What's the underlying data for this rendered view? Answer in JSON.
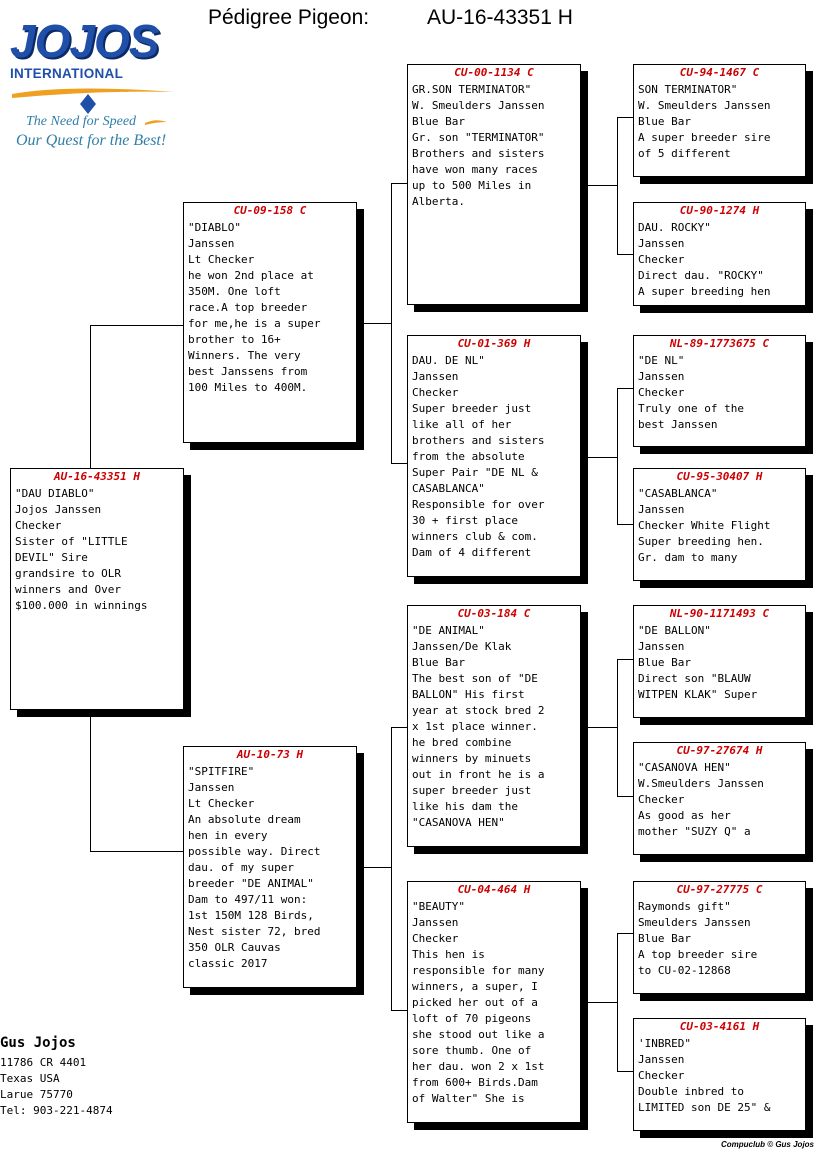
{
  "header": {
    "title_label": "Pédigree Pigeon:",
    "ring": "AU-16-43351 H"
  },
  "logo": {
    "name": "JOJOS",
    "sub": "INTERNATIONAL",
    "tag1": "The Need for Speed",
    "tag2": "Our Quest for the Best!"
  },
  "pigeons": {
    "subject": {
      "band": "AU-16-43351 H",
      "lines": [
        "\"DAU DIABLO\"",
        "Jojos Janssen",
        "Checker",
        "Sister of \"LITTLE",
        "DEVIL\" Sire",
        "grandsire to OLR",
        "winners and Over",
        "$100.000 in winnings"
      ]
    },
    "sire": {
      "band": "CU-09-158 C",
      "lines": [
        "\"DIABLO\"",
        "Janssen",
        "Lt Checker",
        "he won 2nd place at",
        "350M. One loft",
        "race.A top breeder",
        "for me,he is a super",
        "brother to 16+",
        "Winners. The very",
        "best Janssens from",
        "100 Miles to 400M."
      ]
    },
    "dam": {
      "band": "AU-10-73 H",
      "lines": [
        "\"SPITFIRE\"",
        "Janssen",
        "Lt Checker",
        "An absolute dream",
        "hen in every",
        "possible way. Direct",
        "dau. of my super",
        "breeder \"DE ANIMAL\"",
        "Dam to 497/11 won:",
        "1st 150M 128 Birds,",
        "Nest sister 72, bred",
        "350 OLR Cauvas",
        "classic 2017"
      ]
    },
    "ss": {
      "band": "CU-00-1134 C",
      "lines": [
        "GR.SON TERMINATOR\"",
        "W. Smeulders Janssen",
        "Blue Bar",
        "Gr. son \"TERMINATOR\"",
        "Brothers and sisters",
        "have won many races",
        "up to 500 Miles in",
        "Alberta."
      ]
    },
    "sd": {
      "band": "CU-01-369 H",
      "lines": [
        "DAU. DE NL\"",
        "Janssen",
        "Checker",
        "Super breeder just",
        "like all of her",
        "brothers and sisters",
        "from the absolute",
        "Super Pair \"DE NL &",
        "CASABLANCA\"",
        "Responsible for over",
        "30 + first place",
        "winners club & com.",
        "Dam of 4 different"
      ]
    },
    "ds": {
      "band": "CU-03-184 C",
      "lines": [
        "\"DE ANIMAL\"",
        "Janssen/De Klak",
        "Blue Bar",
        "The best son of \"DE",
        "BALLON\" His first",
        "year at stock bred 2",
        "x 1st place winner.",
        "he bred combine",
        "winners by minuets",
        "out in front he is a",
        "super breeder just",
        "like his dam the",
        "\"CASANOVA HEN\""
      ]
    },
    "dd": {
      "band": "CU-04-464 H",
      "lines": [
        "\"BEAUTY\"",
        "Janssen",
        "Checker",
        "This hen is",
        "responsible for many",
        "winners, a super, I",
        "picked her out of a",
        "loft of 70 pigeons",
        "she stood out like a",
        "sore thumb. One of",
        "her dau. won 2 x 1st",
        "from 600+ Birds.Dam",
        "of Walter\" She is"
      ]
    },
    "sss": {
      "band": "CU-94-1467 C",
      "lines": [
        "SON TERMINATOR\"",
        "W. Smeulders Janssen",
        "Blue Bar",
        "A super breeder sire",
        "of 5 different"
      ]
    },
    "ssd": {
      "band": "CU-90-1274 H",
      "lines": [
        "DAU. ROCKY\"",
        "Janssen",
        "Checker",
        "Direct dau. \"ROCKY\"",
        "A super breeding hen"
      ]
    },
    "sds": {
      "band": "NL-89-1773675 C",
      "lines": [
        "\"DE NL\"",
        "Janssen",
        "Checker",
        "Truly one of the",
        "best Janssen"
      ]
    },
    "sdd": {
      "band": "CU-95-30407 H",
      "lines": [
        "\"CASABLANCA\"",
        "Janssen",
        "Checker White Flight",
        "Super breeding hen.",
        "Gr. dam to many"
      ]
    },
    "dss": {
      "band": "NL-90-1171493 C",
      "lines": [
        "\"DE BALLON\"",
        "Janssen",
        "Blue Bar",
        "Direct son \"BLAUW",
        "WITPEN KLAK\" Super"
      ]
    },
    "dsd": {
      "band": "CU-97-27674 H",
      "lines": [
        "\"CASANOVA HEN\"",
        "W.Smeulders Janssen",
        "Checker",
        "As good as her",
        "mother \"SUZY Q\" a"
      ]
    },
    "dds": {
      "band": "CU-97-27775 C",
      "lines": [
        "Raymonds gift\"",
        "Smeulders Janssen",
        "Blue Bar",
        "A top breeder sire",
        "to CU-02-12868"
      ]
    },
    "ddd": {
      "band": "CU-03-4161 H",
      "lines": [
        "'INBRED\"",
        "Janssen",
        "Checker",
        "Double inbred to",
        "LIMITED son DE 25\" &"
      ]
    }
  },
  "owner": {
    "name": "Gus Jojos",
    "address": [
      "11786 CR 4401",
      "Texas USA",
      "Larue 75770",
      "Tel: 903-221-4874"
    ]
  },
  "footer": "Compuclub © Gus Jojos"
}
